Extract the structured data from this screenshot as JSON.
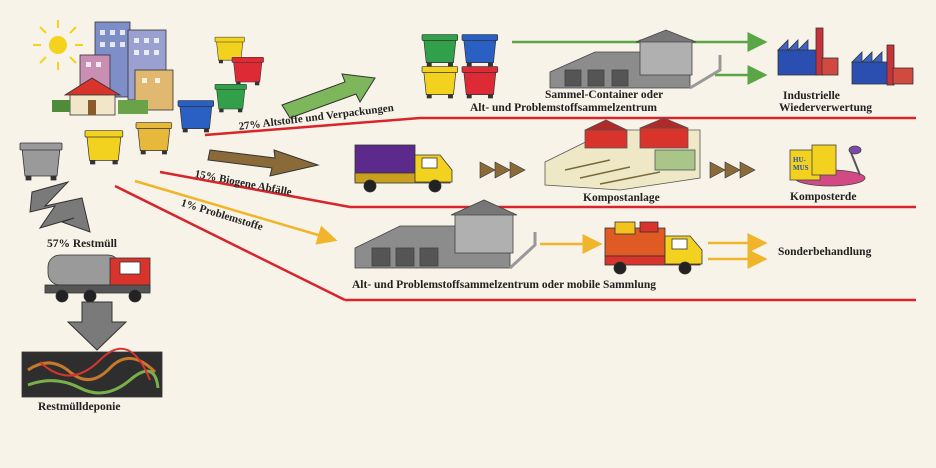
{
  "flows": {
    "altstoffe": {
      "percent_label": "27% Altstoffe und Verpackungen"
    },
    "biogen": {
      "percent_label": "15% Biogene Abfälle"
    },
    "problem": {
      "percent_label": "1% Problemstoffe"
    },
    "restmuell": {
      "percent_label": "57% Restmüll"
    }
  },
  "stations": {
    "sammel_container": "Sammel-Container oder",
    "sammelzentrum": "Alt- und Problemstoffsammelzentrum",
    "industrie": [
      "Industrielle",
      "Wiederverwertung"
    ],
    "kompostanlage": "Kompostanlage",
    "komposterde": "Komposterde",
    "sammelzentrum_mobil": "Alt- und Problemstoffsammelzentrum oder mobile Sammlung",
    "sonderbehandlung": "Sonderbehandlung",
    "deponie": "Restmülldeponie",
    "humus_sign": "HU-MUS"
  },
  "colors": {
    "background": "#f7f3e8",
    "red_line": "#d8242b",
    "green_arrow": "#5aa545",
    "yellow_arrow": "#f0b52a",
    "brown_arrow": "#8b6a3a",
    "bin_green": "#32a04a",
    "bin_blue": "#2a5fc4",
    "bin_yellow": "#f2d21e",
    "bin_red": "#de2a35",
    "bin_grey": "#9a9a9a"
  }
}
